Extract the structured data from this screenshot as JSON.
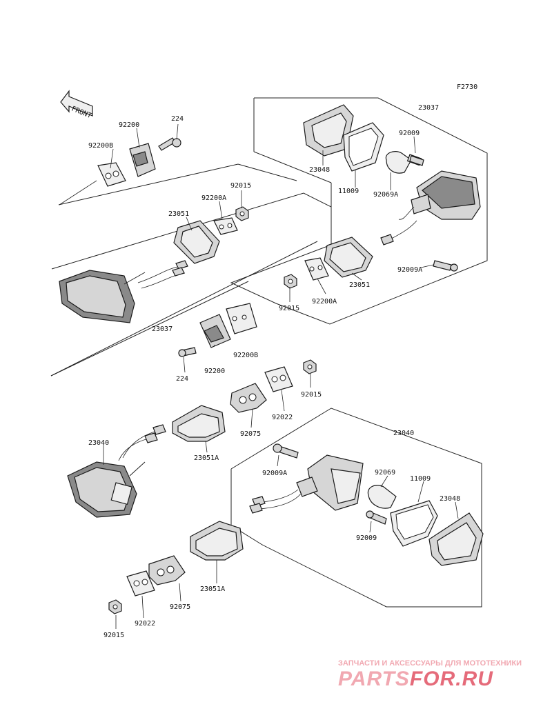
{
  "diagram": {
    "code": "F2730",
    "front_label": "FRONT",
    "labels": {
      "a_224": "224",
      "a_92200": "92200",
      "a_92200B": "92200B",
      "a_92015": "92015",
      "a_92200A": "92200A",
      "a_23051": "23051",
      "b_23037": "23037",
      "b_23048": "23048",
      "b_92009": "92009",
      "b_11009": "11009",
      "b_92069A": "92069A",
      "b_92009A": "92009A",
      "b_23051": "23051",
      "b_92015": "92015",
      "b_92200A": "92200A",
      "c_23037": "23037",
      "c_92200B": "92200B",
      "c_224": "224",
      "c_92200": "92200",
      "d_92015": "92015",
      "d_92022": "92022",
      "d_92075": "92075",
      "d_23051A": "23051A",
      "d_23040": "23040",
      "e_23040": "23040",
      "e_92009A": "92009A",
      "e_92069": "92069",
      "e_11009": "11009",
      "e_23048": "23048",
      "e_92009": "92009",
      "f_23051A": "23051A",
      "f_92075": "92075",
      "f_92022": "92022",
      "f_92015": "92015"
    }
  },
  "watermark": {
    "tagline": "ЗАПЧАСТИ И АКСЕССУАРЫ ДЛЯ МОТОТЕХНИКИ",
    "logo_left": "PARTS",
    "logo_right": "FOR.RU",
    "color_main": "#e56b7a",
    "color_light": "#f1a8b1"
  }
}
